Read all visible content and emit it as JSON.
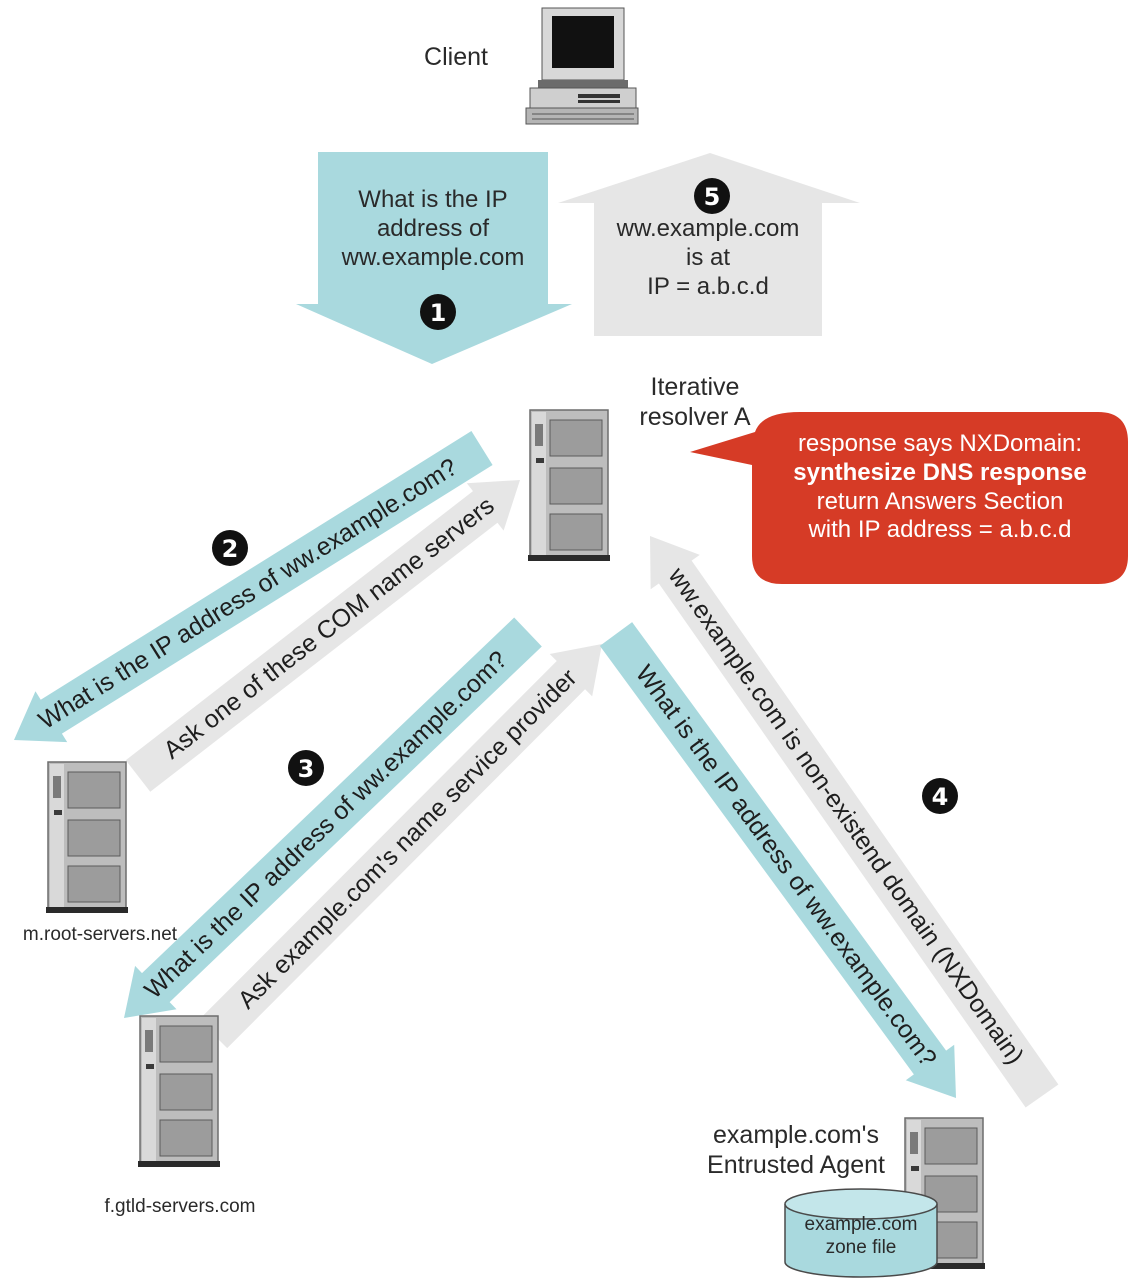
{
  "colors": {
    "query_arrow": "#a9d9de",
    "response_arrow": "#e6e6e6",
    "callout": "#d63b26",
    "server_body": "#c9c9c9",
    "text": "#1e1e1e"
  },
  "nodes": {
    "client": "Client",
    "resolver": "Iterative\nresolver A",
    "root": "m.root-servers.net",
    "gtld": "f.gtld-servers.com",
    "agent": "example.com's\nEntrusted Agent",
    "zone_file": "example.com\nzone file"
  },
  "steps": {
    "step1": {
      "number": "1",
      "text": "What is the IP\naddress of\nww.example.com"
    },
    "step5": {
      "number": "5",
      "text": "ww.example.com\nis at\nIP = a.b.c.d"
    },
    "step2": {
      "number": "2",
      "query": "What is the IP address of ww.example.com?",
      "reply": "Ask one of these COM name servers"
    },
    "step3": {
      "number": "3",
      "query": "What is the IP address of ww.example.com?",
      "reply": "Ask example.com's name service provider"
    },
    "step4": {
      "number": "4",
      "query": "What is the IP address of ww.example.com?",
      "reply": "ww.example.com is non-existend domain (NXDomain)"
    }
  },
  "callout": {
    "line1": "response says NXDomain:",
    "line2": "synthesize DNS response",
    "line3": "return Answers Section",
    "line4": "with IP address = a.b.c.d"
  }
}
